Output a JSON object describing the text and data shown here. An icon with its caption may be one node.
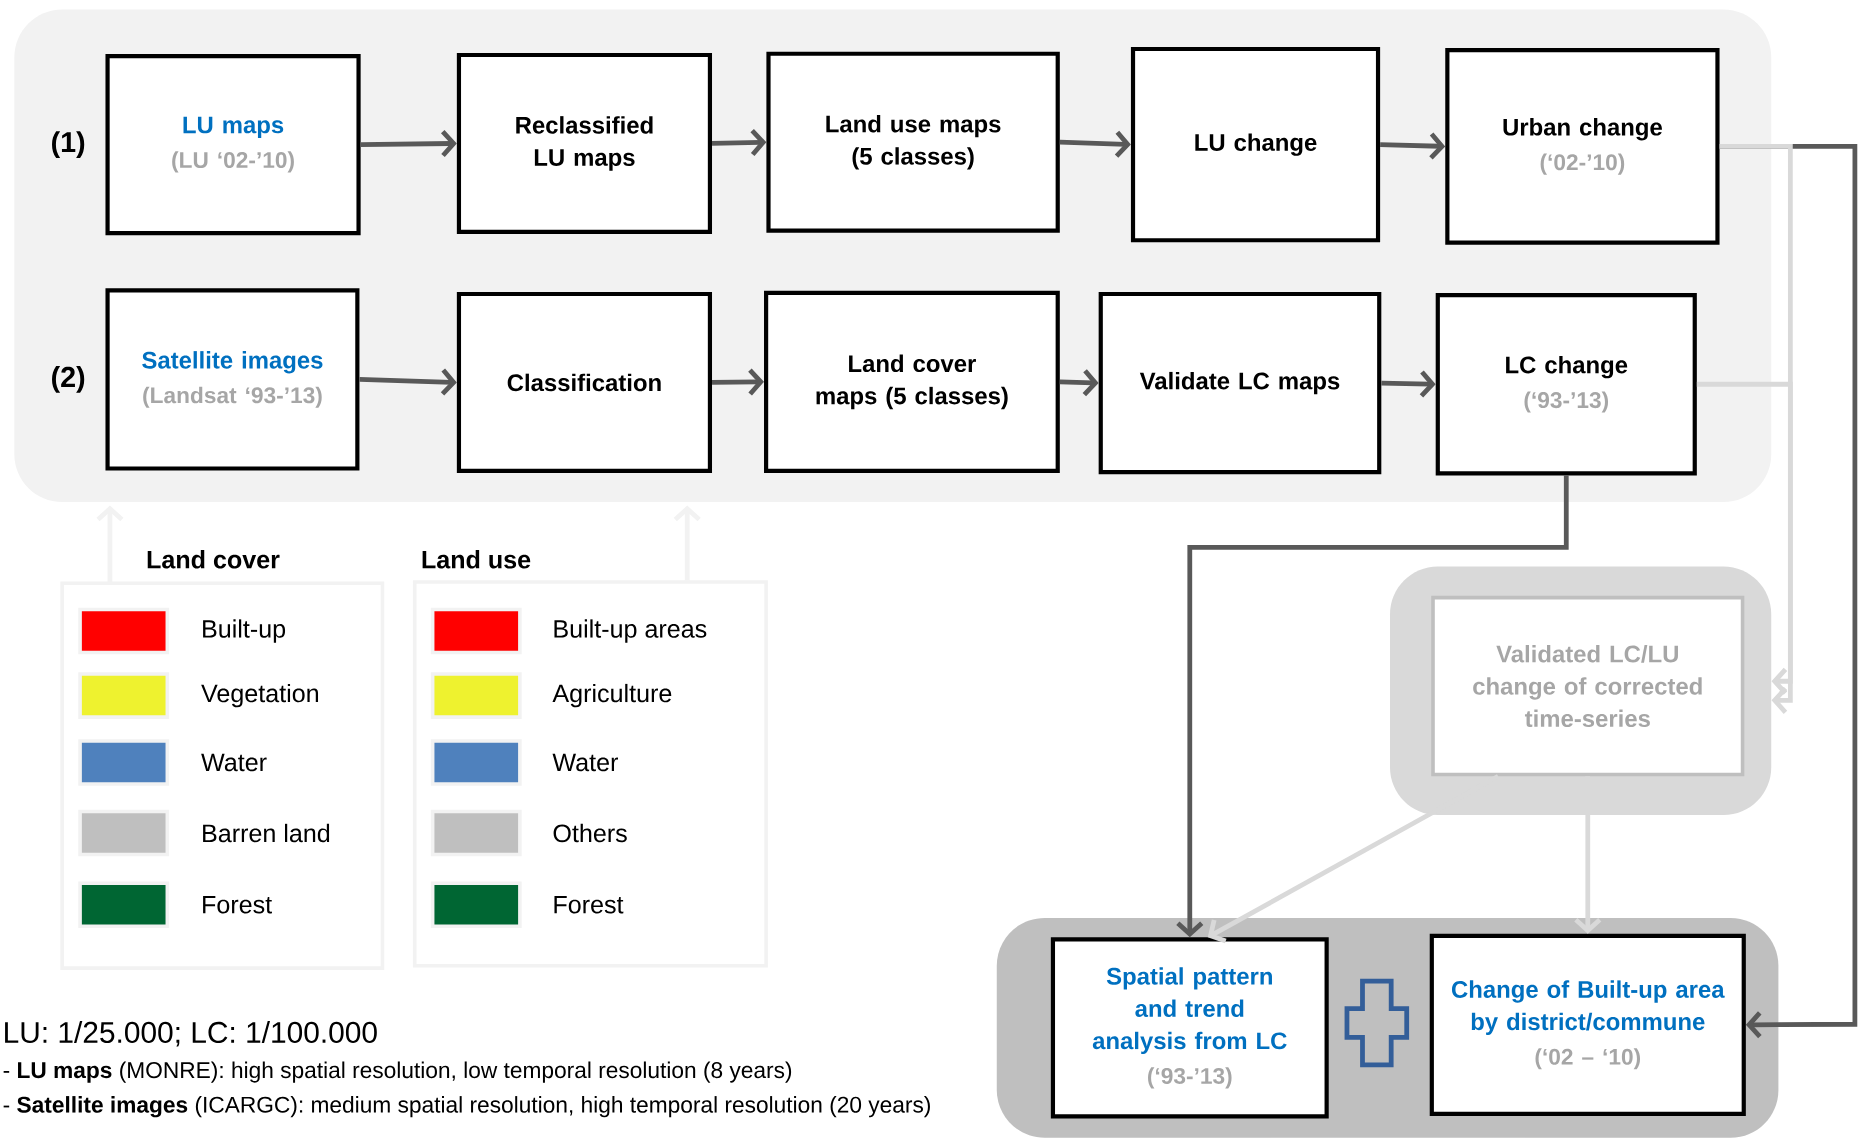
{
  "diagram": {
    "nodes": [
      {
        "text": [],
        "shape": "box"
      },
      {
        "text": [
          "LU maps",
          "(LU ‘02-’10)"
        ],
        "in": 0,
        "beside": [
          "(1)"
        ]
      },
      {
        "text": [
          "Reclassified LU maps"
        ],
        "in": 0
      },
      {
        "text": [
          "Land use maps (5 classes)"
        ],
        "in": 0
      },
      {
        "text": [
          "LU change"
        ],
        "in": 0
      },
      {
        "text": [
          "Urban change",
          "(‘02-’10)"
        ],
        "in": 0
      },
      {
        "text": [
          "Satellite images",
          "(Landsat ‘93-’13)"
        ],
        "in": 0,
        "beside": [
          "(2)"
        ]
      },
      {
        "text": [
          "Classification"
        ],
        "in": 0
      },
      {
        "text": [
          "Land cover maps (5 classes)"
        ],
        "in": 0
      },
      {
        "text": [
          "Validate LC maps"
        ],
        "in": 0
      },
      {
        "text": [
          "LC change",
          "(‘93-’13)"
        ],
        "in": 0
      },
      {
        "text": [],
        "shape": "box"
      },
      {
        "text": [
          "Validated LC/LU change of corrected time-series"
        ],
        "in": 11
      },
      {
        "text": [],
        "shape": "box"
      },
      {
        "text": [
          "Spatial pattern and trend analysis from LC",
          "(‘93-’13)"
        ],
        "in": 13
      },
      {
        "text": [
          "Change of Built-up area by district/commune",
          "(‘02 – ‘10)"
        ],
        "in": 13
      },
      {
        "text": [
          "Land cover"
        ]
      },
      {
        "text": [
          "Land use"
        ]
      }
    ],
    "edges": [
      {
        "from": 1,
        "to": 2,
        "arrow": "to"
      },
      {
        "from": 2,
        "to": 3,
        "arrow": "to"
      },
      {
        "from": 3,
        "to": 4,
        "arrow": "to"
      },
      {
        "from": 4,
        "to": 5,
        "arrow": "to"
      },
      {
        "from": 6,
        "to": 7,
        "arrow": "to"
      },
      {
        "from": 7,
        "to": 8,
        "arrow": "to"
      },
      {
        "from": 8,
        "to": 9,
        "arrow": "to"
      },
      {
        "from": 9,
        "to": 10,
        "arrow": "to"
      },
      {
        "from": 5,
        "to": 15,
        "arrow": "to"
      },
      {
        "from": 10,
        "to": 14,
        "arrow": "to"
      },
      {
        "from": 5,
        "to": 11,
        "arrow": "to",
        "color": "#d9d9d9"
      },
      {
        "from": 10,
        "to": 11,
        "arrow": "to",
        "color": "#d9d9d9"
      },
      {
        "from": 12,
        "to": 14,
        "arrow": "to",
        "color": "#d9d9d9"
      },
      {
        "from": 12,
        "to": 15,
        "arrow": "to",
        "color": "#d9d9d9"
      },
      {
        "from": 16,
        "to": 0,
        "arrow": "to",
        "color": "#f2f2f2"
      },
      {
        "from": 17,
        "to": 0,
        "arrow": "to",
        "color": "#f2f2f2"
      }
    ],
    "labels": [
      "LU: 1/25.000; LC: 1/100.000",
      "- **LU maps** (MONRE): high spatial resolution, low temporal resolution (8 years)",
      "- **Satellite images** (ICARGC): medium spatial resolution, high temporal resolution (20 years)"
    ],
    "legend": [
      {
        "text": "Built-up",
        "color": "#ff0000"
      },
      {
        "text": "Vegetation",
        "color": "#eef22f"
      },
      {
        "text": "Water",
        "color": "#4f81bd"
      },
      {
        "text": "Barren land",
        "color": "#bfbfbf"
      },
      {
        "text": "Forest",
        "color": "#006633"
      },
      {
        "text": "Built-up areas",
        "color": "#ff0000"
      },
      {
        "text": "Agriculture",
        "color": "#eef22f"
      },
      {
        "text": "Water",
        "color": "#4f81bd"
      },
      {
        "text": "Others",
        "color": "#bfbfbf"
      },
      {
        "text": "Forest",
        "color": "#006633"
      }
    ]
  }
}
